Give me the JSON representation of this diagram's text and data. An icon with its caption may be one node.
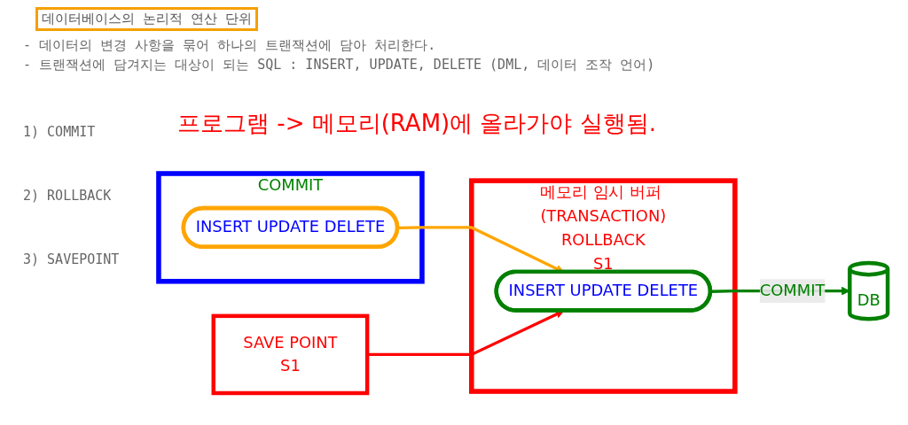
{
  "diagram": {
    "title": "데이터베이스의 논리적 연산 단위",
    "nodes": [
      {
        "text": [
          "COMMIT"
        ]
      },
      {
        "text": [
          "INSERT UPDATE DELETE"
        ],
        "in": 0
      },
      {
        "text": [
          "SAVE POINT",
          "S1"
        ]
      },
      {
        "text": [
          "메모리 임시 버퍼 (TRANSACTION)",
          "ROLLBACK",
          "S1"
        ]
      },
      {
        "text": [
          "INSERT UPDATE DELETE"
        ],
        "in": 3
      },
      {
        "text": [
          "DB"
        ]
      }
    ],
    "edges": [
      {
        "from": 1,
        "to": 4,
        "arrow": "to",
        "color": "#ffa500"
      },
      {
        "from": 2,
        "to": 4,
        "arrow": "to",
        "color": "#ff0000"
      },
      {
        "from": 4,
        "to": 5,
        "arrow": "to",
        "label": "COMMIT",
        "color": "#008000"
      }
    ],
    "labels": [
      "- 데이터의 변경 사항을 묶어 하나의 트랜잭션에 담아 처리한다.",
      "- 트랜잭션에 담겨지는 대상이 되는 SQL : INSERT, UPDATE, DELETE (DML, 데이터 조작 언어)",
      "1) COMMIT",
      "프로그램 -> 메모리(RAM)에 올라가야 실행됨.",
      "2) ROLLBACK",
      "3) SAVEPOINT"
    ]
  }
}
